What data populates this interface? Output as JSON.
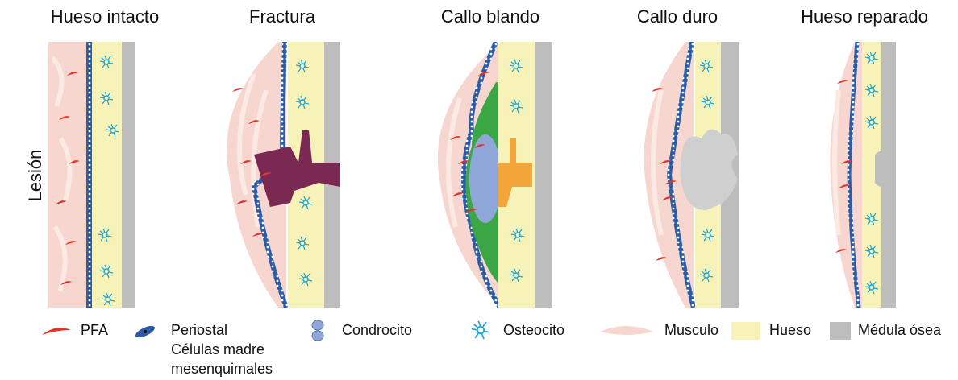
{
  "row_label": "Lesión",
  "stages": [
    {
      "title": "Hueso intacto"
    },
    {
      "title": "Fractura"
    },
    {
      "title": "Callo blando"
    },
    {
      "title": "Callo duro"
    },
    {
      "title": "Hueso reparado"
    }
  ],
  "legend": {
    "pfa": "PFA",
    "periostal_line1": "Periostal",
    "periostal_line2": "Células madre",
    "periostal_line3": "mesenquimales",
    "condrocito": "Condrocito",
    "osteocito": "Osteocito",
    "musculo": "Musculo",
    "hueso": "Hueso",
    "medula": "Médula ósea"
  },
  "colors": {
    "muscle": "#f6d6cf",
    "bone": "#f7f3b8",
    "marrow": "#bdbdbd",
    "pfa": "#e3342a",
    "periosteum": "#2a5ca8",
    "osteocyte": "#1aa7d6",
    "hematoma": "#7a2a52",
    "cartilage": "#3aa644",
    "chondrocyte": "#8fa6d8",
    "callus_orange": "#f4a53a",
    "woven_bone": "#cfcfcf"
  }
}
